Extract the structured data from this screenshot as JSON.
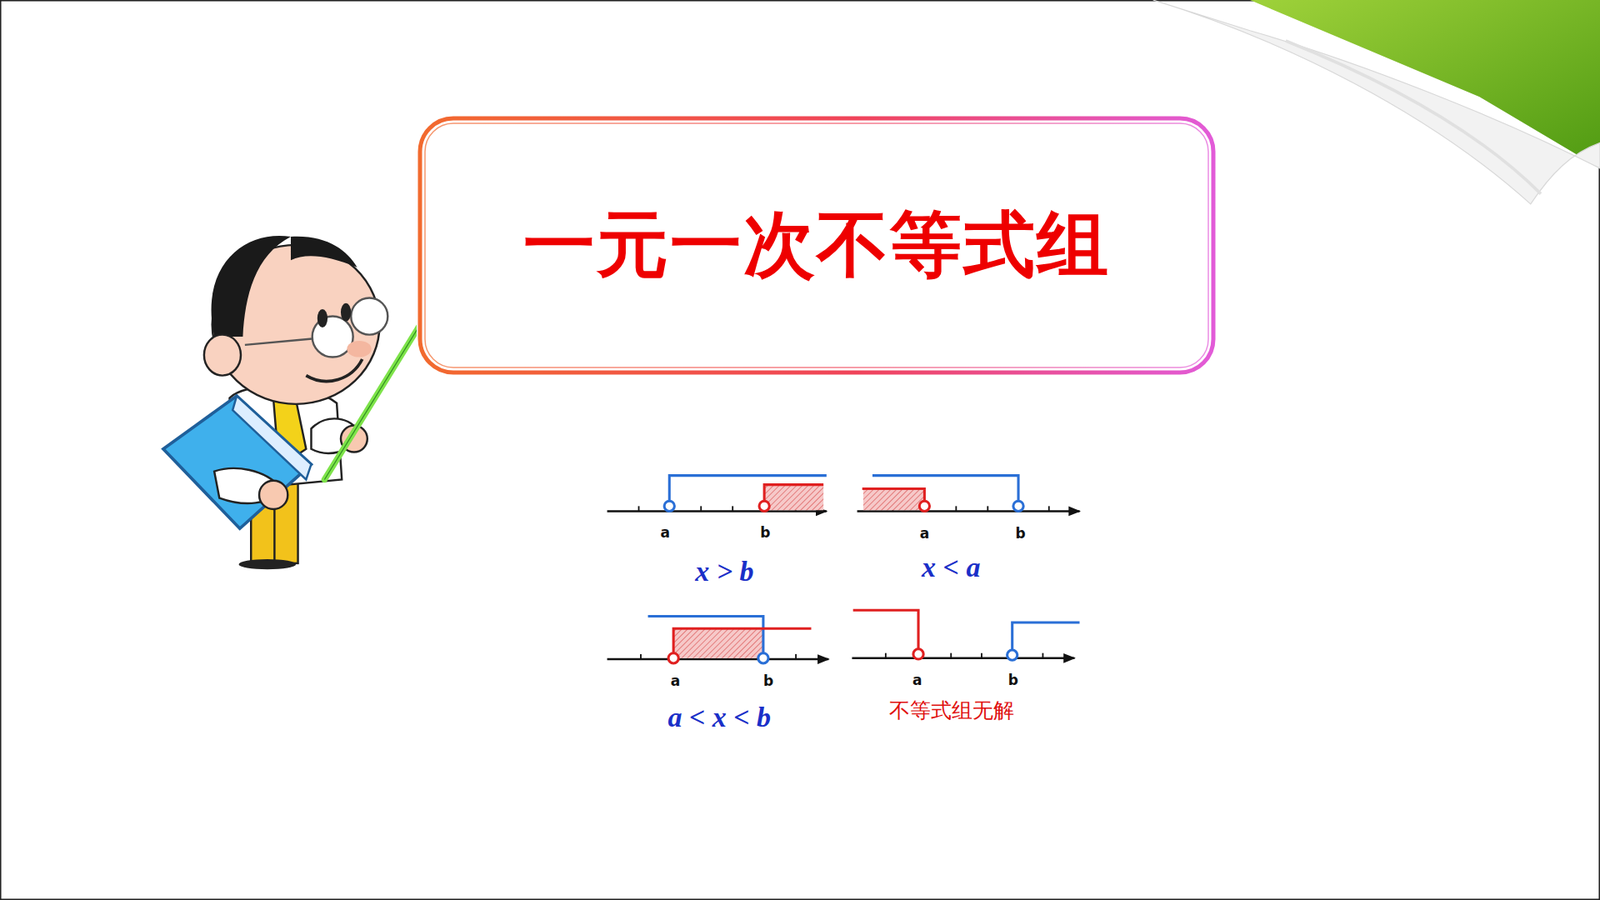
{
  "diagram": {
    "nodes": [
      {
        "text": [
          "一元一次不等式组"
        ]
      }
    ],
    "labels": [
      "a",
      "b",
      "x > b",
      "a",
      "b",
      "x < a",
      "a",
      "b",
      "a < x < b",
      "a",
      "b",
      "不等式组无解"
    ]
  }
}
